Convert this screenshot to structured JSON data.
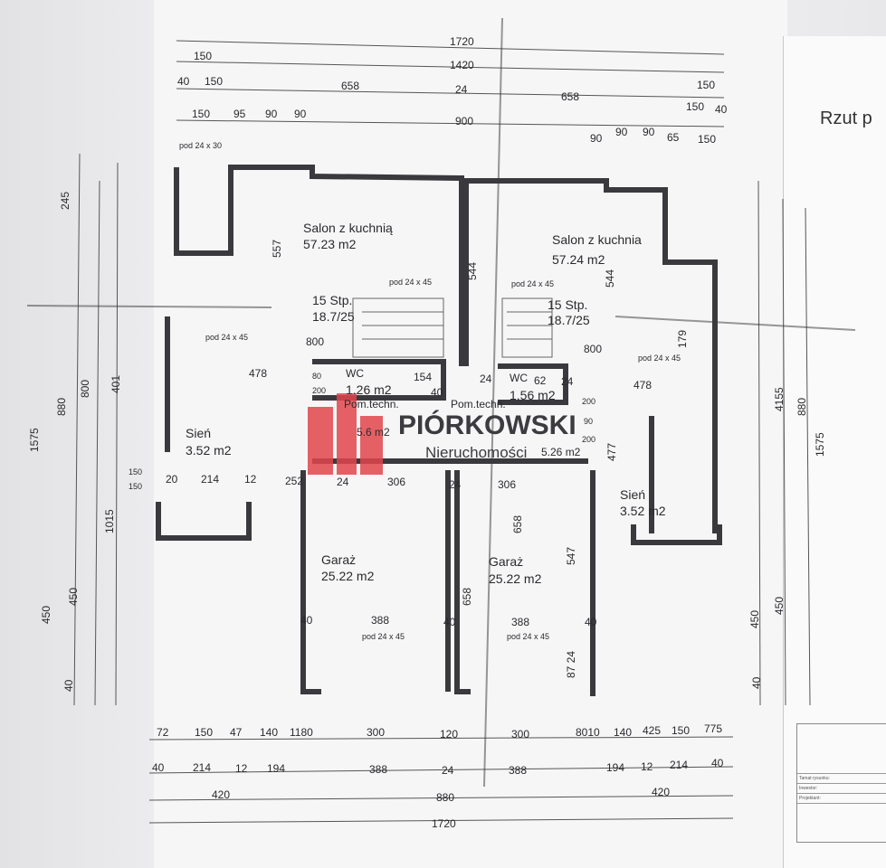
{
  "title": "Rzut p",
  "watermark": {
    "brand": "PIÓRKOWSKI",
    "sub": "Nieruchomości"
  },
  "rooms": {
    "salon_left": "Salon z kuchnią",
    "salon_left_area": "57.23 m2",
    "salon_right": "Salon z kuchnia",
    "salon_right_area": "57.24 m2",
    "stairs_left": "15 Stp.",
    "stairs_left_ratio": "18.7/25",
    "stairs_right": "15 Stp.",
    "stairs_right_ratio": "18.7/25",
    "wc_left": "WC",
    "wc_left_area": "1.26 m2",
    "wc_right": "WC",
    "wc_right_area": "1.56 m2",
    "tech_left": "Pom.techn.",
    "tech_left_area": "5.6 m2",
    "tech_right": "Pom.techn.",
    "tech_right_area": "5.26 m2",
    "sien_left": "Sień",
    "sien_left_area": "3.52 m2",
    "sien_right": "Sień",
    "sien_right_area": "3.52 m2",
    "garage_left": "Garaż",
    "garage_left_area": "25.22 m2",
    "garage_right": "Garaż",
    "garage_right_area": "25.22 m2"
  },
  "dims_top": [
    "1720",
    "150",
    "1420",
    "40",
    "150",
    "658",
    "24",
    "658",
    "150",
    "150",
    "40",
    "150",
    "95",
    "90",
    "90",
    "90",
    "900",
    "90",
    "90",
    "65",
    "150"
  ],
  "dims_inner": [
    "pod 24 x 30",
    "557",
    "544",
    "544",
    "pod 24 x 45",
    "pod 24 x 45",
    "pod 24 x 45",
    "800",
    "800",
    "pod 24 x 45",
    "478",
    "478",
    "80",
    "200",
    "154",
    "40",
    "24",
    "62",
    "24",
    "200",
    "90",
    "200",
    "24",
    "306",
    "306",
    "24",
    "252",
    "214",
    "20",
    "12",
    "150",
    "150",
    "658",
    "658",
    "547",
    "388",
    "388",
    "pod 24 x 45",
    "pod 24 x 45",
    "40",
    "40",
    "40",
    "87 24",
    "477",
    "179",
    "401",
    "880",
    "800",
    "1575",
    "245",
    "880",
    "1575",
    "450",
    "450",
    "450",
    "450",
    "40",
    "40",
    "4155",
    "1015"
  ],
  "dims_bottom": [
    "72",
    "150",
    "47",
    "140",
    "1180",
    "300",
    "120",
    "300",
    "8010",
    "140",
    "425",
    "150",
    "775",
    "40",
    "214",
    "12",
    "194",
    "388",
    "24",
    "388",
    "194",
    "12",
    "214",
    "40",
    "420",
    "880",
    "420",
    "1720"
  ],
  "title_block": [
    "Tamat rysunku:",
    "Inwestor:",
    "Projektant:"
  ]
}
